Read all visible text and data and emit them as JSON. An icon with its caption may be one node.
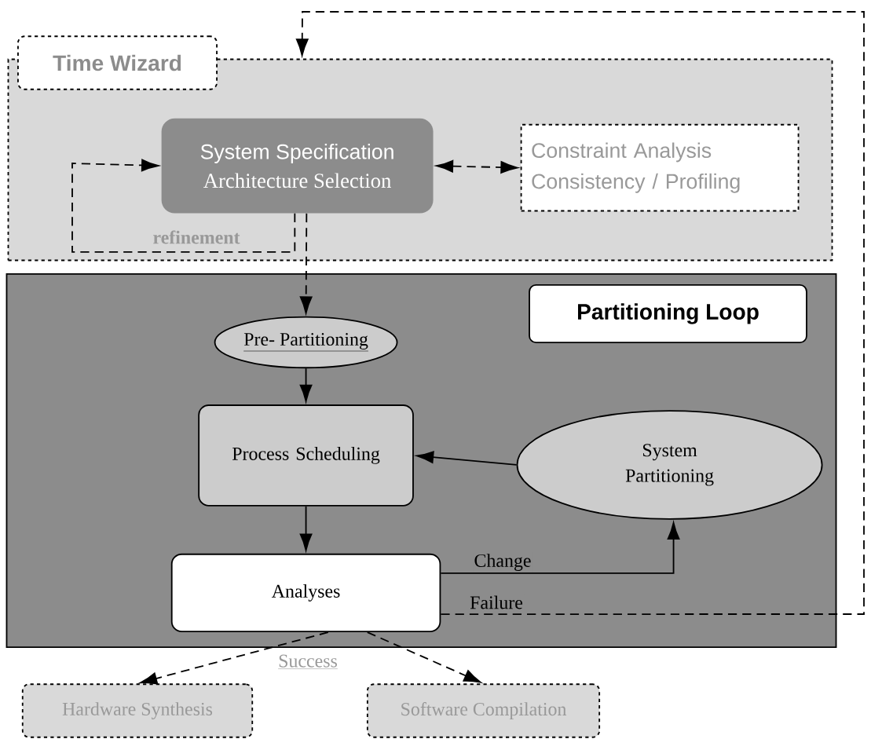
{
  "diagram": {
    "nodes": [
      {
        "text": [
          "Time Wizard"
        ]
      },
      {
        "text": [
          "System Specification",
          "Architecture Selection"
        ],
        "in": 0
      },
      {
        "text": [
          "Constraint Analysis Consistency / Profiling"
        ],
        "in": 0
      },
      {
        "text": [
          "Partitioning Loop"
        ]
      },
      {
        "text": [
          "Pre- Partitioning"
        ],
        "in": 3
      },
      {
        "text": [
          "Process Scheduling"
        ],
        "in": 3
      },
      {
        "text": [
          "System Partitioning"
        ],
        "in": 3
      },
      {
        "text": [
          "Analyses"
        ],
        "in": 3
      },
      {
        "text": [
          "Hardware Synthesis"
        ]
      },
      {
        "text": [
          "Software Compilation"
        ]
      }
    ],
    "edges": [
      {
        "from": 1,
        "to": 1,
        "arrow": "to",
        "label": "refinement",
        "style": "dashed"
      },
      {
        "from": 1,
        "to": 2,
        "arrow": "both",
        "style": "dashed"
      },
      {
        "from": 1,
        "to": 4,
        "arrow": "to",
        "style": "dashed"
      },
      {
        "from": 4,
        "to": 5,
        "arrow": "to"
      },
      {
        "from": 6,
        "to": 5,
        "arrow": "to"
      },
      {
        "from": 5,
        "to": 7,
        "arrow": "to"
      },
      {
        "from": 7,
        "to": 6,
        "arrow": "to",
        "label": "Change"
      },
      {
        "from": 7,
        "to": 0,
        "arrow": "to",
        "label": "Failure",
        "style": "dashed"
      },
      {
        "from": 7,
        "to": 8,
        "arrow": "to",
        "style": "dashed"
      },
      {
        "from": 7,
        "to": 9,
        "arrow": "to",
        "style": "dashed"
      }
    ],
    "labels": [
      "Success"
    ]
  }
}
